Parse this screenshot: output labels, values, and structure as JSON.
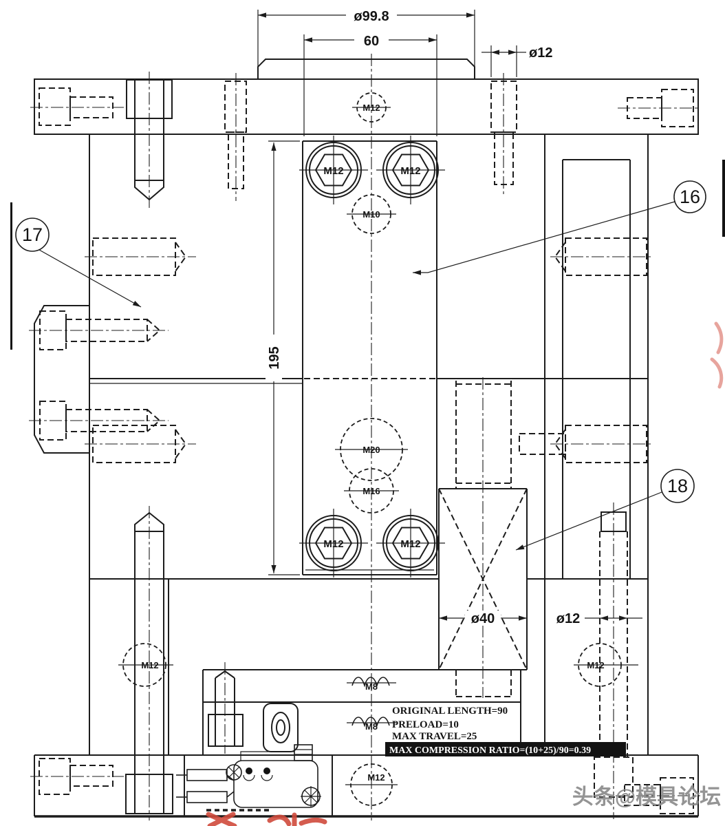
{
  "dimensions": {
    "top_outer_dia": "ø99.8",
    "top_inner_width": "60",
    "top_bolt_dia": "ø12",
    "insert_height": "195",
    "support_dia": "ø40",
    "return_pin_dia": "ø12"
  },
  "balloons": {
    "b16": "16",
    "b17": "17",
    "b18": "18"
  },
  "threads": {
    "eyebolt": "M12",
    "cap_top_left": "M12",
    "cap_top_right": "M12",
    "hole_top": "M10",
    "hole_mid_large": "M20",
    "hole_mid_small": "M16",
    "cap_bot_left": "M12",
    "cap_bot_right": "M12",
    "tie_bolt_left": "M12",
    "return_bolt_right": "M12",
    "base_center": "M12",
    "ej_screw_up": "M8",
    "ej_screw_low": "M8"
  },
  "spring_notes": {
    "line1": "ORIGINAL LENGTH=90",
    "line2": "PRELOAD=10",
    "line3": "MAX TRAVEL=25",
    "highlight": "MAX COMPRESSION RATIO=(10+25)/90=0.39"
  },
  "watermark": {
    "text": "头条@模具论坛"
  },
  "colors": {
    "ink": "#1c1c1c",
    "highlight_bg": "#0d0d0d",
    "highlight_fg": "#ffffff",
    "watermark_gray": "#8c8c8c",
    "red_mark": "#cf4a3c"
  }
}
